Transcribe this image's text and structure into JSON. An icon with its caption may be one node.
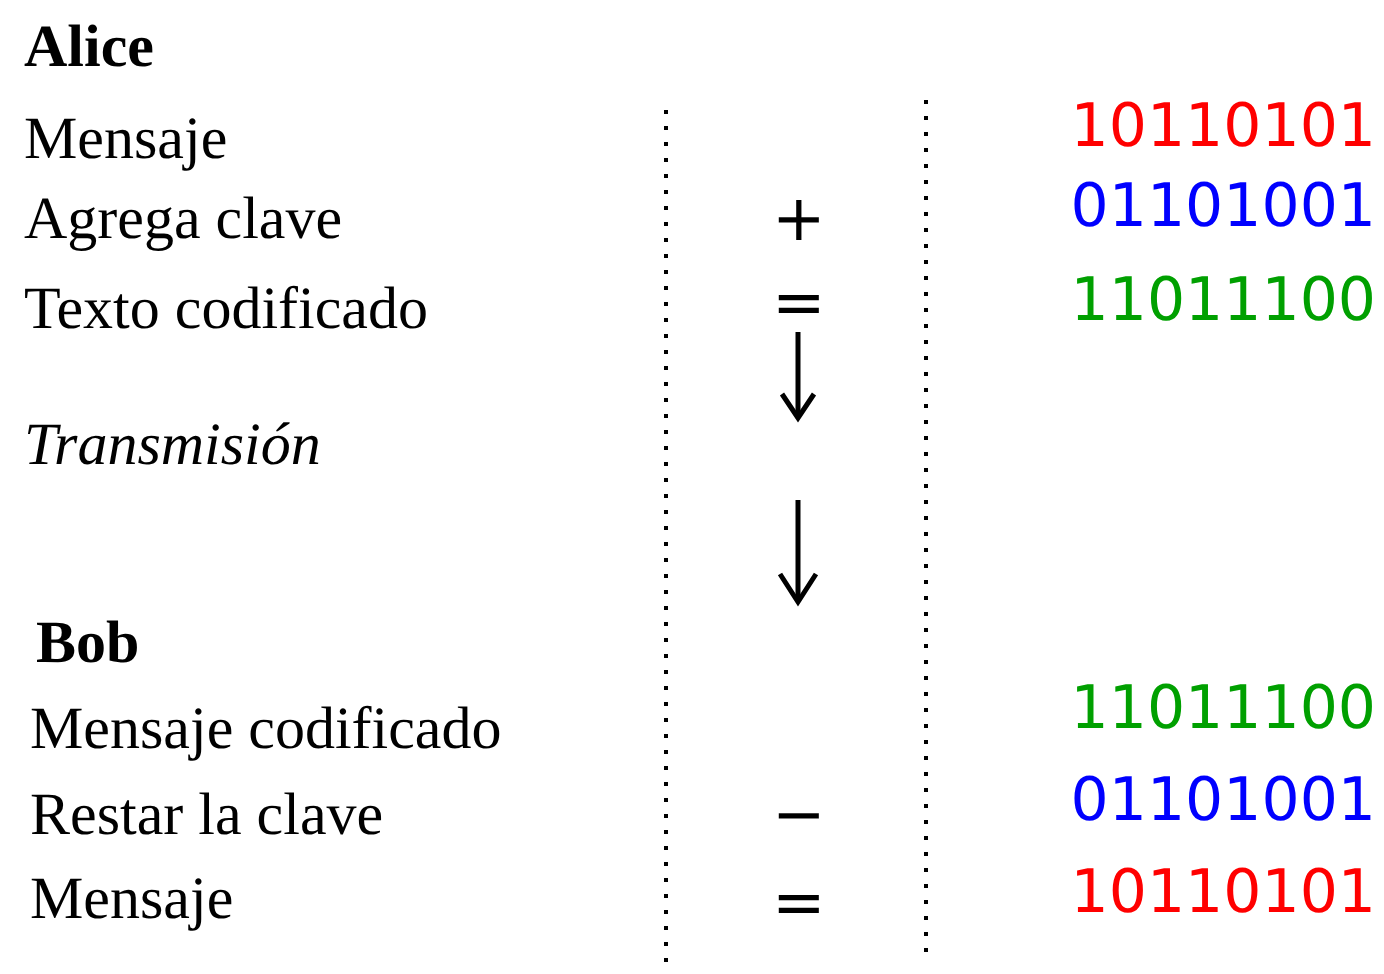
{
  "diagram": {
    "labels": [
      "Alice",
      "Mensaje",
      "10110101",
      "Agrega clave",
      "+",
      "01101001",
      "Texto codificado",
      "=",
      "11011100",
      "Transmisión",
      "Bob",
      "Mensaje codificado",
      "11011100",
      "Restar la clave",
      "−",
      "01101001",
      "Mensaje",
      "=",
      "10110101"
    ]
  }
}
